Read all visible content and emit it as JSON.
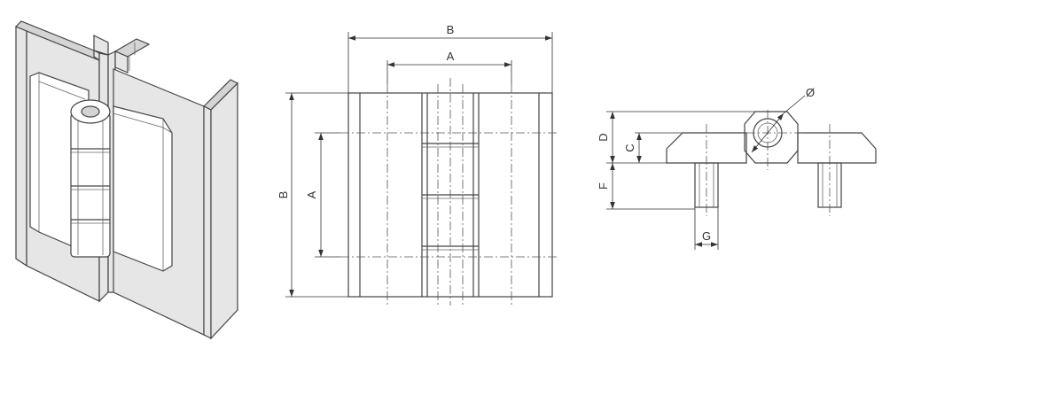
{
  "labels": {
    "top_width": "B",
    "top_pin_spacing": "A",
    "left_height": "B",
    "left_pin_spacing": "A",
    "pin_diameter": "Ø",
    "total_thickness": "D",
    "leaf_thickness": "C",
    "stud_length": "F",
    "stud_diameter": "G"
  }
}
